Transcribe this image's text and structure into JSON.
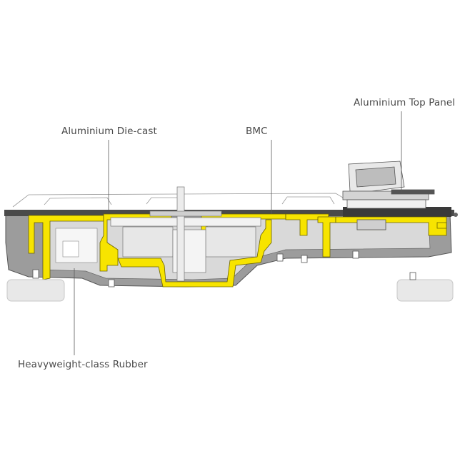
{
  "labels": {
    "top_panel": "Aluminium Top Panel",
    "die_cast": "Aluminium Die-cast",
    "bmc": "BMC",
    "rubber": "Heavyweight-class Rubber"
  },
  "colors": {
    "die_cast_yellow": "#f7e400",
    "bmc_gray": "#9c9c9c",
    "top_panel_dark": "#4a4a4a",
    "rubber_light": "#e8e8e8",
    "line": "#5a5a5a"
  }
}
